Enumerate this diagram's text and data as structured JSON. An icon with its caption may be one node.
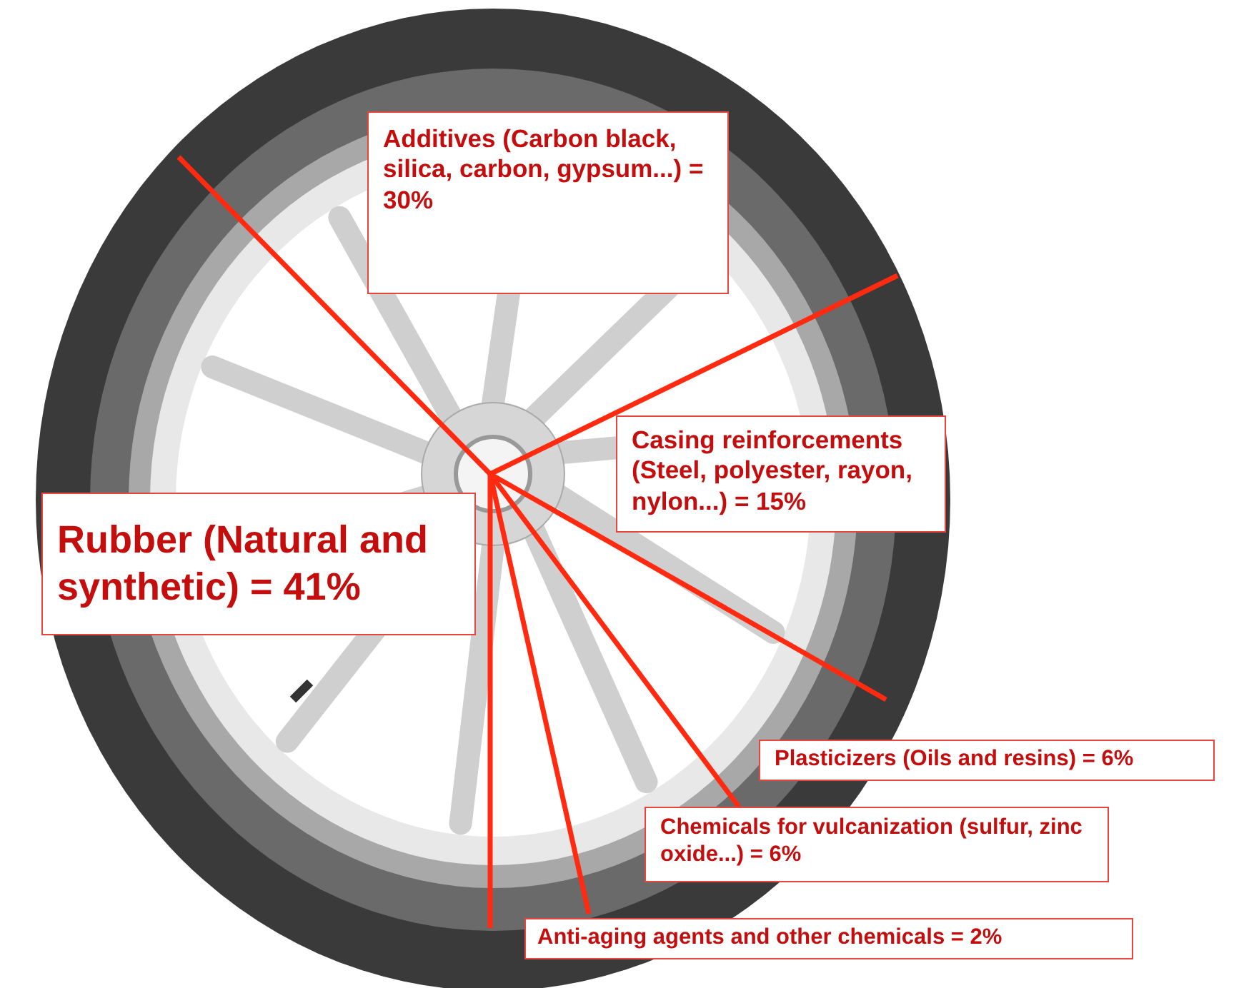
{
  "diagram": {
    "nodes": [
      {
        "text": [
          "Additives (Carbon black, silica, carbon, gypsum...) = 30%"
        ]
      },
      {
        "text": [
          "Casing reinforcements (Steel, polyester, rayon, nylon...) = 15%"
        ]
      },
      {
        "text": [
          "Rubber (Natural and synthetic) = 41%"
        ]
      },
      {
        "text": [
          "Plasticizers (Oils and resins) = 6%"
        ]
      },
      {
        "text": [
          "Chemicals for vulcanization (sulfur, zinc oxide...) = 6%"
        ]
      },
      {
        "text": [
          "Anti-aging agents and other chemicals = 2%"
        ]
      }
    ]
  }
}
